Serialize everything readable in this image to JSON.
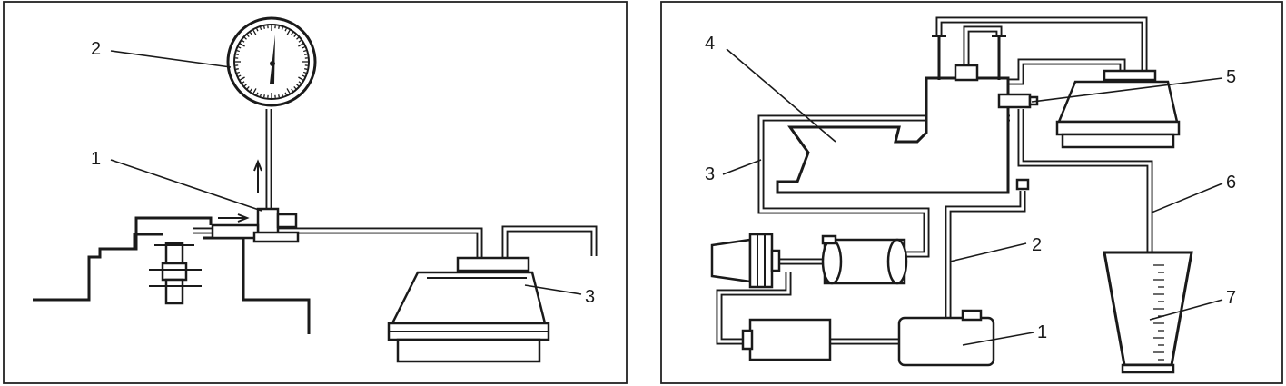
{
  "left_panel": {
    "callouts": [
      "1",
      "2",
      "3"
    ]
  },
  "right_panel": {
    "callouts": [
      "1",
      "2",
      "3",
      "4",
      "5",
      "6",
      "7"
    ]
  }
}
